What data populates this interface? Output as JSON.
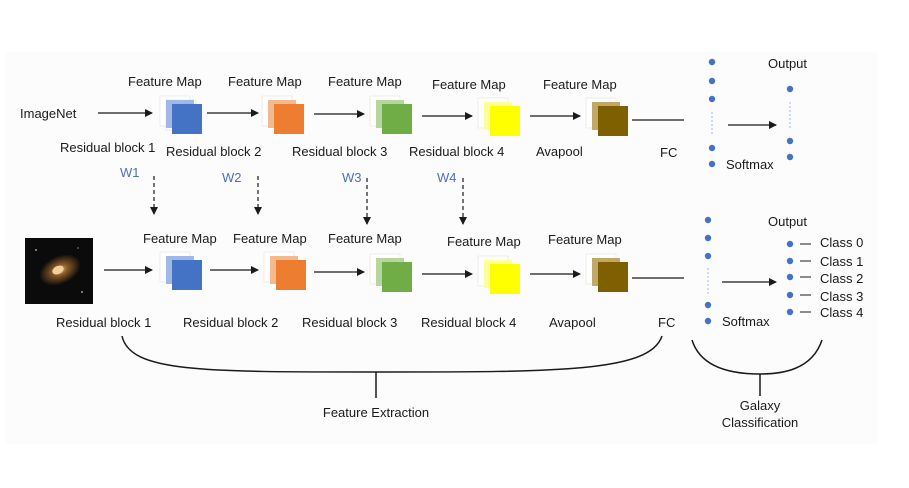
{
  "input_label": "ImageNet",
  "top_row": {
    "feature_map_label": "Feature Map",
    "blocks": [
      {
        "label": "Residual block 1",
        "color": "#4472c4",
        "light": "#9fb8e6"
      },
      {
        "label": "Residual block 2",
        "color": "#ed7d31",
        "light": "#f5b98d"
      },
      {
        "label": "Residual block 3",
        "color": "#70ad47",
        "light": "#b5d69c"
      },
      {
        "label": "Residual block 4",
        "color": "#ffff00",
        "light": "#ffff99"
      },
      {
        "label": "Avapool",
        "color": "#7f6000",
        "light": "#c2a866"
      }
    ],
    "fc_label": "FC",
    "softmax_label": "Softmax",
    "output_label": "Output"
  },
  "weights": [
    "W1",
    "W2",
    "W3",
    "W4"
  ],
  "bottom_row": {
    "feature_map_label": "Feature Map",
    "blocks": [
      {
        "label": "Residual block 1"
      },
      {
        "label": "Residual block 2"
      },
      {
        "label": "Residual block 3"
      },
      {
        "label": "Residual block 4"
      },
      {
        "label": "Avapool"
      }
    ],
    "fc_label": "FC",
    "softmax_label": "Softmax",
    "output_label": "Output",
    "classes": [
      "Class 0",
      "Class 1",
      "Class 2",
      "Class 3",
      "Class 4"
    ]
  },
  "section_labels": {
    "feature_extraction": "Feature Extraction",
    "galaxy_line1": "Galaxy",
    "galaxy_line2": "Classification"
  },
  "colors": {
    "node": "#4472c4",
    "weight_text": "#4a6fc4"
  }
}
